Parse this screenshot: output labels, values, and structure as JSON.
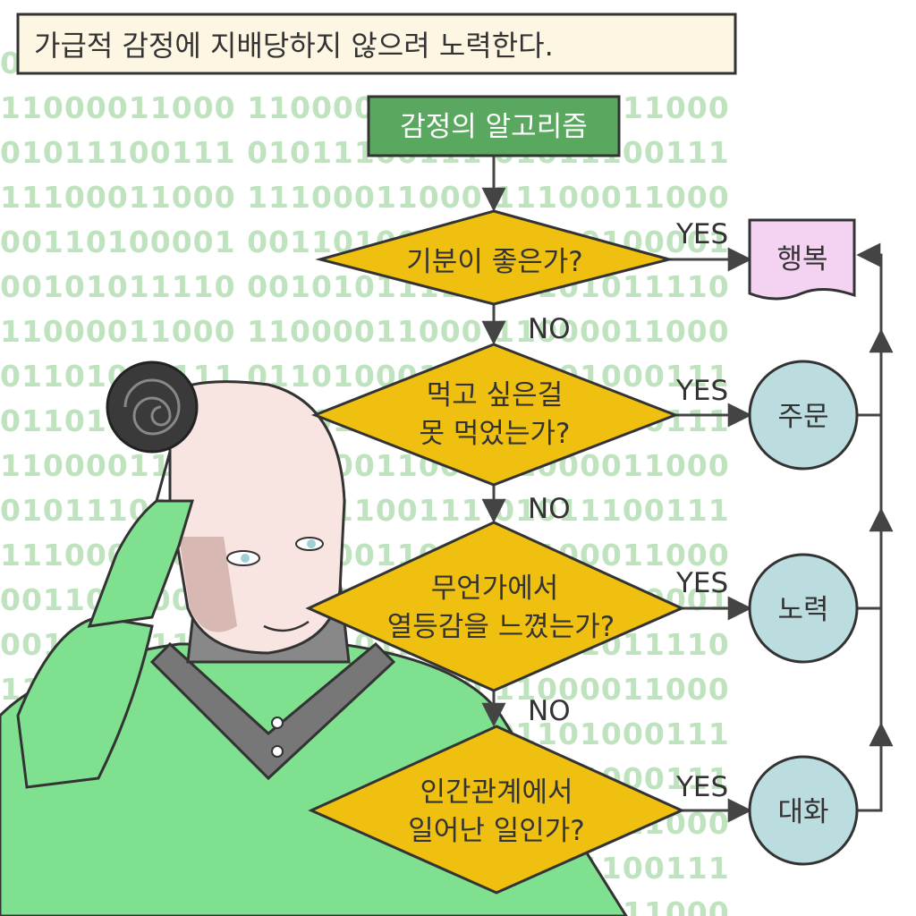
{
  "header": {
    "caption": "가급적 감정에 지배당하지 않으려 노력한다."
  },
  "background": {
    "digits": "01101000111 0110100011 0110100011 11000011000 1100001100",
    "color": "#bfe3bf"
  },
  "flowchart": {
    "start": {
      "label": "감정의 알고리즘",
      "color": "#5aa860"
    },
    "decisions": [
      {
        "lines": [
          "기분이 좋은가?"
        ],
        "yes_label": "YES",
        "no_label": "NO"
      },
      {
        "lines": [
          "먹고 싶은걸",
          "못 먹었는가?"
        ],
        "yes_label": "YES",
        "no_label": "NO"
      },
      {
        "lines": [
          "무언가에서",
          "열등감을 느꼈는가?"
        ],
        "yes_label": "YES",
        "no_label": "NO"
      },
      {
        "lines": [
          "인간관계에서",
          "일어난 일인가?"
        ],
        "yes_label": "YES"
      }
    ],
    "results": [
      {
        "label": "행복",
        "shape": "document",
        "color": "#f4d2f2"
      },
      {
        "label": "주문",
        "shape": "circle",
        "color": "#bcdde0"
      },
      {
        "label": "노력",
        "shape": "circle",
        "color": "#bcdde0"
      },
      {
        "label": "대화",
        "shape": "circle",
        "color": "#bcdde0"
      }
    ],
    "decision_color": "#f0c010"
  },
  "character": {
    "description_icon": "android-thinking-figure",
    "body_color": "#7fe08f",
    "skin_color": "#f8e4e0"
  }
}
